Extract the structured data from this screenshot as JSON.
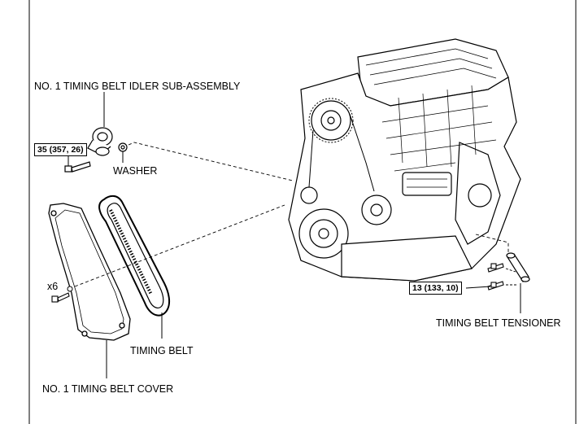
{
  "labels": {
    "idler": "NO. 1 TIMING BELT IDLER SUB-ASSEMBLY",
    "washer": "WASHER",
    "timing_belt": "TIMING BELT",
    "cover": "NO. 1 TIMING BELT COVER",
    "tensioner": "TIMING BELT TENSIONER",
    "cover_bolt_qty": "x6"
  },
  "torque": {
    "idler_bolt": "35 (357, 26)",
    "tensioner_bolt": "13 (133, 10)"
  }
}
